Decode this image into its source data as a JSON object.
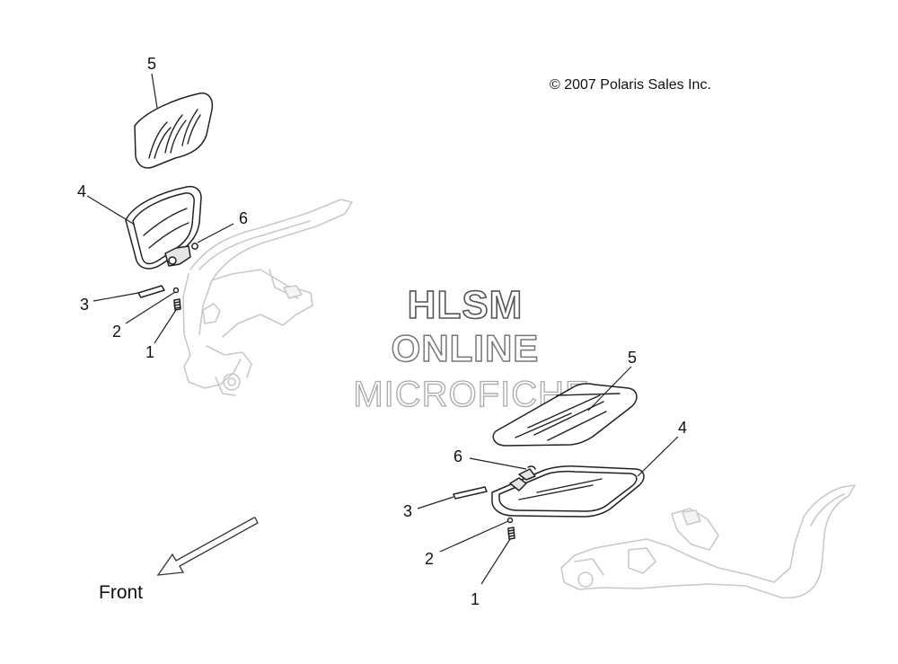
{
  "copyright": "© 2007 Polaris Sales Inc.",
  "watermark": {
    "line1": "HLSM",
    "line2": "ONLINE",
    "line3": "MICROFICHE"
  },
  "front_label": "Front",
  "callouts_left": {
    "c1": "1",
    "c2": "2",
    "c3": "3",
    "c4": "4",
    "c5": "5",
    "c6": "6"
  },
  "callouts_right": {
    "c1": "1",
    "c2": "2",
    "c3": "3",
    "c4": "4",
    "c5": "5",
    "c6": "6"
  }
}
